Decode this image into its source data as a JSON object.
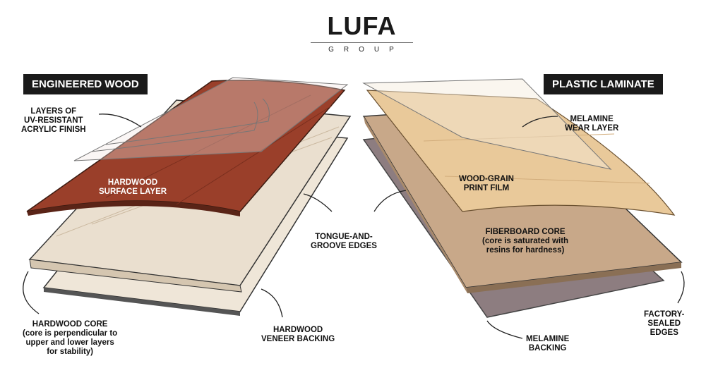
{
  "logo": {
    "name": "LUFA",
    "sub": "GROUP"
  },
  "left": {
    "title": "ENGINEERED WOOD",
    "labels": {
      "acrylic": "LAYERS OF\nUV-RESISTANT\nACRYLIC FINISH",
      "surface": "HARDWOOD\nSURFACE LAYER",
      "core": "HARDWOOD CORE\n(core is perpendicular to\nupper and lower layers\nfor stability)",
      "backing": "HARDWOOD\nVENEER BACKING"
    }
  },
  "center": {
    "tongue_groove": "TONGUE-AND-\nGROOVE EDGES"
  },
  "right": {
    "title": "PLASTIC LAMINATE",
    "labels": {
      "wear": "MELAMINE\nWEAR LAYER",
      "print": "WOOD-GRAIN\nPRINT FILM",
      "fiberboard": "FIBERBOARD CORE\n(core is saturated with\nresins for hardness)",
      "sealed": "FACTORY-\nSEALED\nEDGES",
      "backing": "MELAMINE\nBACKING"
    }
  },
  "colors": {
    "hardwood": "#9a3f2a",
    "core": "#eadfcf",
    "veneer": "#efe6d8",
    "print": "#e9c99a",
    "fiberboard": "#c8a889",
    "melamine_backing": "#8d7d80"
  }
}
